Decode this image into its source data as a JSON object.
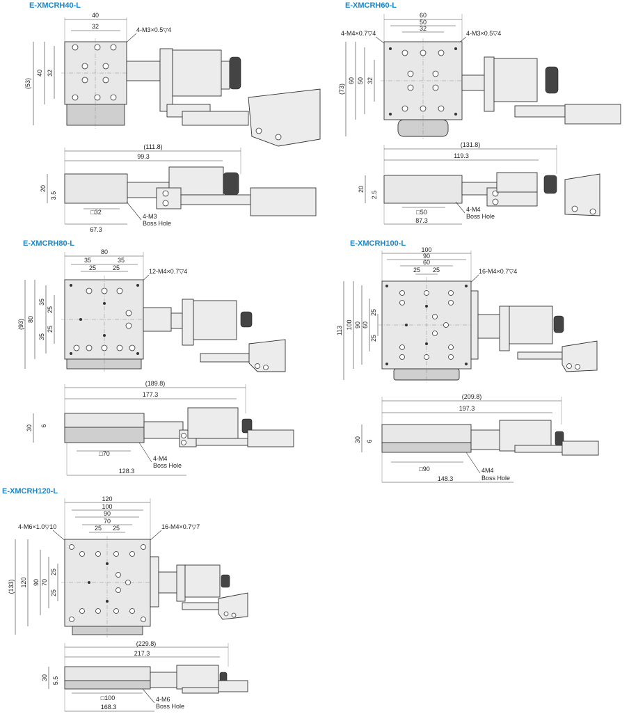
{
  "drawings": [
    {
      "title": "E-XMCRH40-L",
      "top": {
        "width_labels": [
          "40",
          "32"
        ],
        "height_labels": [
          "(53)",
          "40",
          "32"
        ],
        "callout": "4-M3×0.5▽4"
      },
      "side": {
        "length_labels": [
          "(111.8)",
          "99.3"
        ],
        "height_labels": [
          "20",
          "3.5"
        ],
        "square": "□32",
        "boss": [
          "4-M3",
          "Boss Hole"
        ],
        "bottom": "67.3"
      }
    },
    {
      "title": "E-XMCRH60-L",
      "top": {
        "width_labels": [
          "60",
          "50",
          "32"
        ],
        "height_labels": [
          "(73)",
          "60",
          "50",
          "32"
        ],
        "callouts": [
          "4-M4×0.7▽4",
          "4-M3×0.5▽4"
        ]
      },
      "side": {
        "length_labels": [
          "(131.8)",
          "119.3"
        ],
        "height_labels": [
          "20",
          "2.5"
        ],
        "square": "□50",
        "boss": [
          "4-M4",
          "Boss Hole"
        ],
        "bottom": "87.3"
      }
    },
    {
      "title": "E-XMCRH80-L",
      "top": {
        "width_labels": [
          "80",
          "35",
          "35",
          "25",
          "25"
        ],
        "height_labels": [
          "(93)",
          "80",
          "35",
          "25",
          "25",
          "35"
        ],
        "callout": "12-M4×0.7▽4"
      },
      "side": {
        "length_labels": [
          "(189.8)",
          "177.3"
        ],
        "height_labels": [
          "30",
          "6"
        ],
        "square": "□70",
        "boss": [
          "4-M4",
          "Boss Hole"
        ],
        "bottom": "128.3"
      }
    },
    {
      "title": "E-XMCRH100-L",
      "top": {
        "width_labels": [
          "100",
          "90",
          "60",
          "25",
          "25"
        ],
        "height_labels": [
          "113",
          "100",
          "90",
          "60",
          "25",
          "25"
        ],
        "callout": "16-M4×0.7▽4"
      },
      "side": {
        "length_labels": [
          "(209.8)",
          "197.3"
        ],
        "height_labels": [
          "30",
          "6"
        ],
        "square": "□90",
        "boss": [
          "4M4",
          "Boss Hole"
        ],
        "bottom": "148.3"
      }
    },
    {
      "title": "E-XMCRH120-L",
      "top": {
        "width_labels": [
          "120",
          "100",
          "90",
          "70",
          "25",
          "25"
        ],
        "height_labels": [
          "(133)",
          "120",
          "90",
          "70",
          "25",
          "25"
        ],
        "callouts": [
          "4-M6×1.0▽10",
          "16-M4×0.7▽7"
        ]
      },
      "side": {
        "length_labels": [
          "(229.8)",
          "217.3"
        ],
        "height_labels": [
          "30",
          "5.5"
        ],
        "square": "□100",
        "boss": [
          "4-M6",
          "Boss Hole"
        ],
        "bottom": "168.3"
      }
    }
  ]
}
